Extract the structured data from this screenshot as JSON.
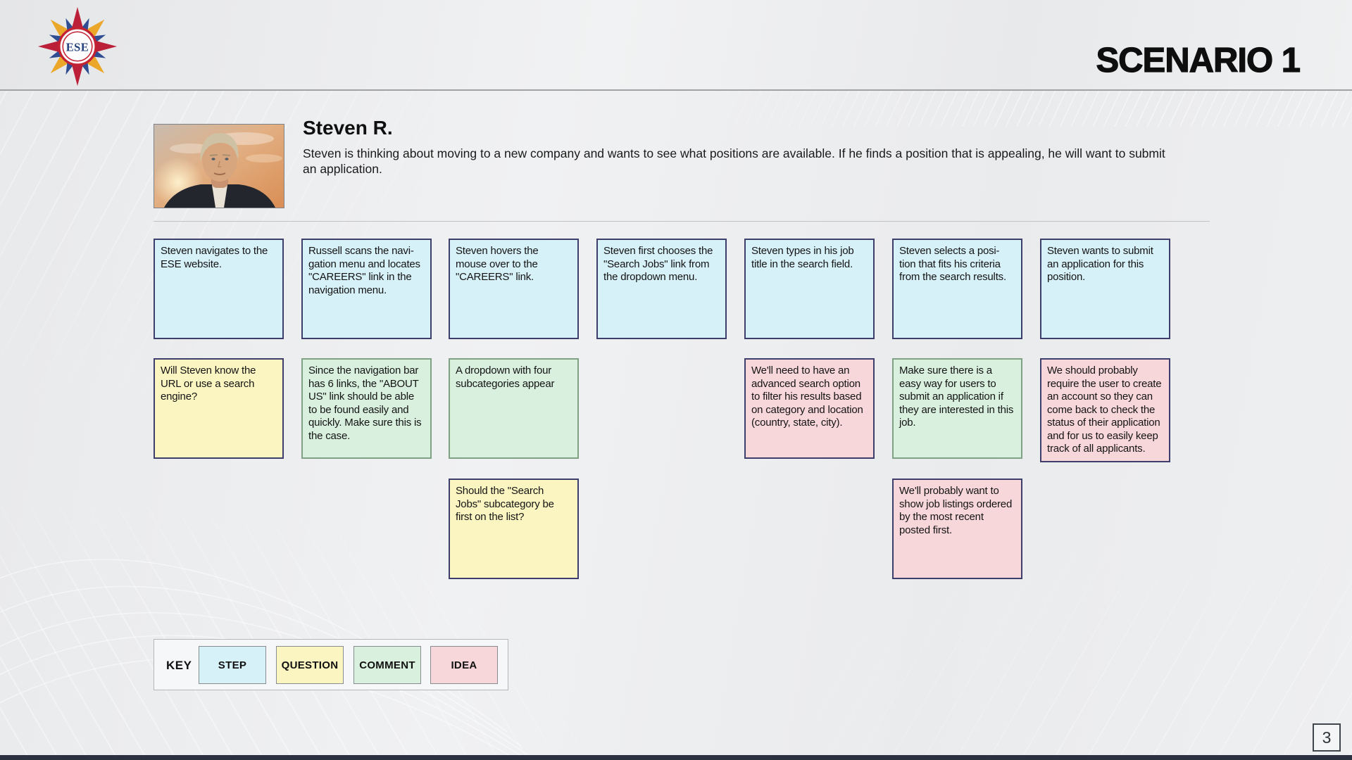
{
  "slide": {
    "title": "SCENARIO 1",
    "logo_text": "ESE",
    "page_number": "3"
  },
  "persona": {
    "name": "Steven R.",
    "description": "Steven is thinking about moving to a new company and wants to see what positions are available. If he finds a position that is appealing, he will want to submit an application."
  },
  "colors": {
    "step_fill": "#d7f1f8",
    "question_fill": "#faf5c1",
    "comment_fill": "#d8f0dd",
    "idea_fill": "#f8d7db",
    "step_border": "#3e3e6d",
    "comment_border": "#7fa284",
    "title_color": "#0e0e0e"
  },
  "legend": {
    "title": "KEY",
    "items": [
      {
        "label": "STEP",
        "type": "step",
        "color": "#d7f1f8"
      },
      {
        "label": "QUESTION",
        "type": "question",
        "color": "#faf5c1"
      },
      {
        "label": "COMMENT",
        "type": "comment",
        "color": "#d8f0dd"
      },
      {
        "label": "IDEA",
        "type": "idea",
        "color": "#f8d7db"
      }
    ]
  },
  "notes": [
    {
      "row": 1,
      "col": 1,
      "type": "step",
      "text": "Steven navigates to the ESE website."
    },
    {
      "row": 1,
      "col": 2,
      "type": "step",
      "text": "Russell scans the navi-gation menu and locates \"CAREERS\" link in the navigation menu."
    },
    {
      "row": 1,
      "col": 3,
      "type": "step",
      "text": "Steven hovers the mouse over to the \"CAREERS\" link."
    },
    {
      "row": 1,
      "col": 4,
      "type": "step",
      "text": "Steven first chooses the \"Search Jobs\" link from the dropdown menu."
    },
    {
      "row": 1,
      "col": 5,
      "type": "step",
      "text": "Steven types in his job title in the search field."
    },
    {
      "row": 1,
      "col": 6,
      "type": "step",
      "text": "Steven selects a posi-tion that fits his criteria from the search results."
    },
    {
      "row": 1,
      "col": 7,
      "type": "step",
      "text": "Steven wants to submit an application for this position."
    },
    {
      "row": 2,
      "col": 1,
      "type": "question",
      "text": "Will Steven know the URL or use a search engine?"
    },
    {
      "row": 2,
      "col": 2,
      "type": "comment",
      "text": "Since the navigation bar has 6 links, the \"ABOUT US\" link should be able to be found easily and quickly. Make sure this is the case."
    },
    {
      "row": 2,
      "col": 3,
      "type": "comment",
      "text": "A dropdown with four subcategories appear"
    },
    {
      "row": 2,
      "col": 5,
      "type": "idea",
      "text": "We'll need to have an advanced search option to filter his results based on category and location (country, state, city)."
    },
    {
      "row": 2,
      "col": 6,
      "type": "comment",
      "text": "Make sure there is a easy way for users to submit an application if they are interested in this job."
    },
    {
      "row": 2,
      "col": 7,
      "type": "idea",
      "text": "We should probably require the user to create an account so they can come back to check the status of their application and for us to easily keep track of all applicants."
    },
    {
      "row": 3,
      "col": 3,
      "type": "question",
      "text": "Should the \"Search Jobs\" subcategory be first on the list?"
    },
    {
      "row": 3,
      "col": 6,
      "type": "idea",
      "text": "We'll probably want to show job listings ordered by the most recent posted first."
    }
  ]
}
